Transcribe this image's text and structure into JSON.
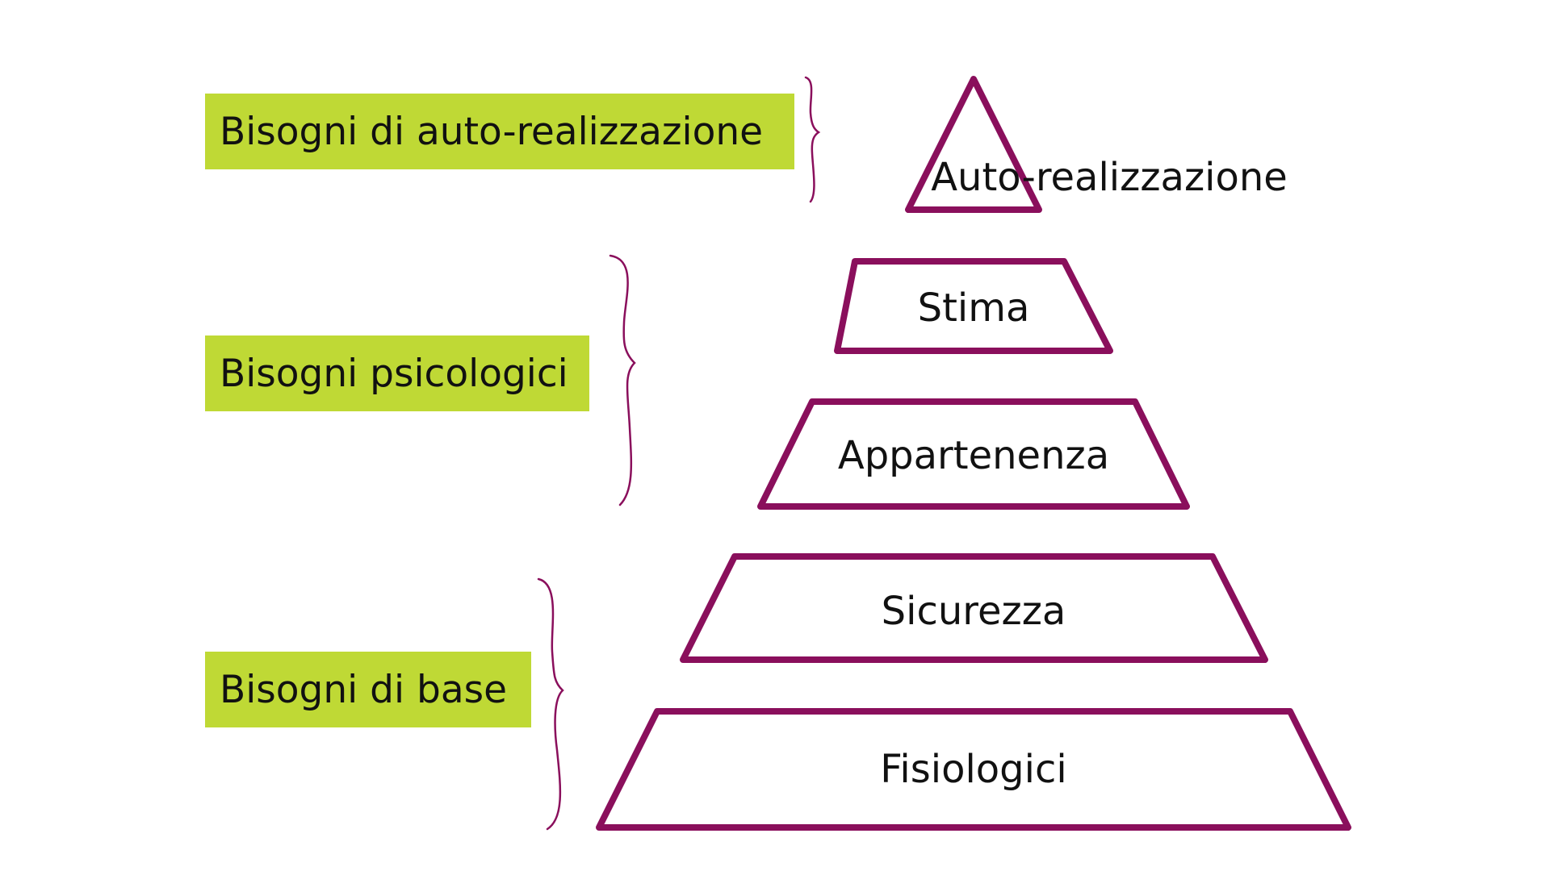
{
  "colors": {
    "pyramid_stroke": "#8a0f5c",
    "brace_stroke": "#8a0f5c",
    "label_background": "#bfd935",
    "text": "#111111"
  },
  "groups": {
    "self_actualization": "Bisogni di auto-realizzazione",
    "psychological": "Bisogni psicologici",
    "basic": "Bisogni di base"
  },
  "tiers": {
    "self_actualization": "Auto-realizzazione",
    "esteem": "Stima",
    "belonging": "Appartenenza",
    "safety": "Sicurezza",
    "physiological": "Fisiologici"
  }
}
